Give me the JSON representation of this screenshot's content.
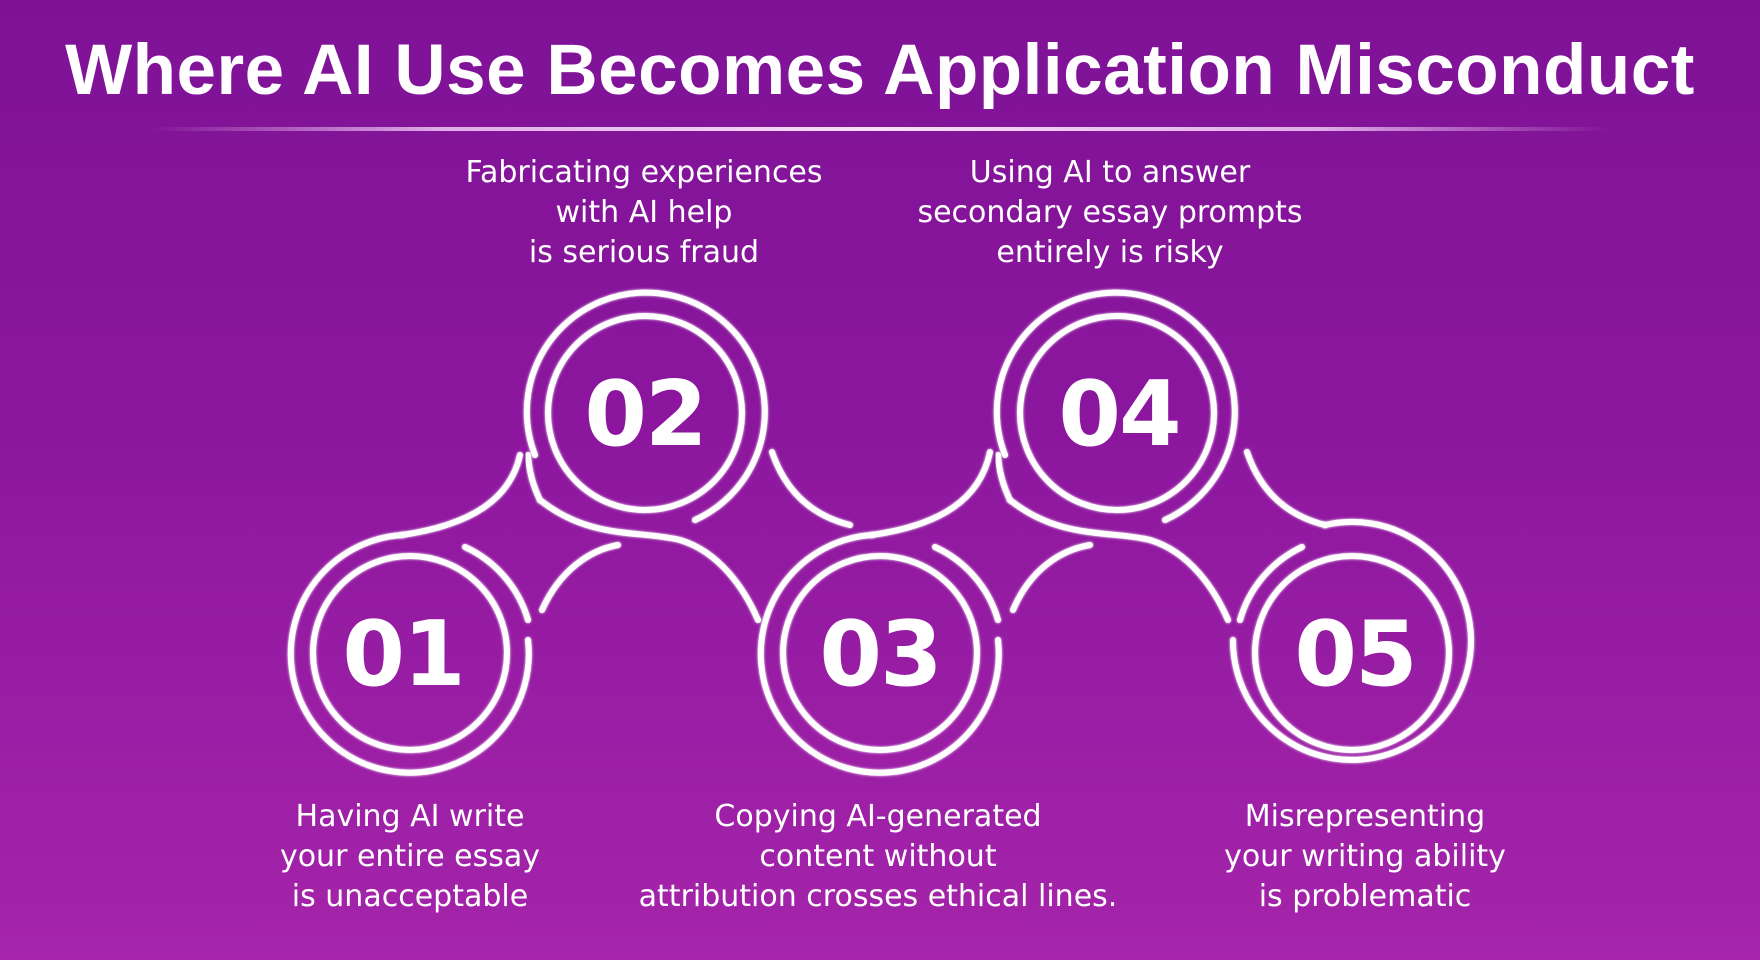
{
  "title": "Where AI Use Becomes Application Misconduct",
  "colors": {
    "background_top": "#7e1296",
    "background_bottom": "#a524aa",
    "foreground": "#ffffff"
  },
  "steps": [
    {
      "number": "01",
      "lines": [
        "Having AI write",
        "your entire essay",
        "is unacceptable"
      ]
    },
    {
      "number": "02",
      "lines": [
        "Fabricating experiences",
        "with AI help",
        "is serious fraud"
      ]
    },
    {
      "number": "03",
      "lines": [
        "Copying AI-generated",
        "content without",
        "attribution crosses ethical lines."
      ]
    },
    {
      "number": "04",
      "lines": [
        "Using AI to answer",
        "secondary essay prompts",
        "entirely is risky"
      ]
    },
    {
      "number": "05",
      "lines": [
        "Misrepresenting",
        "your writing ability",
        "is problematic"
      ]
    }
  ]
}
